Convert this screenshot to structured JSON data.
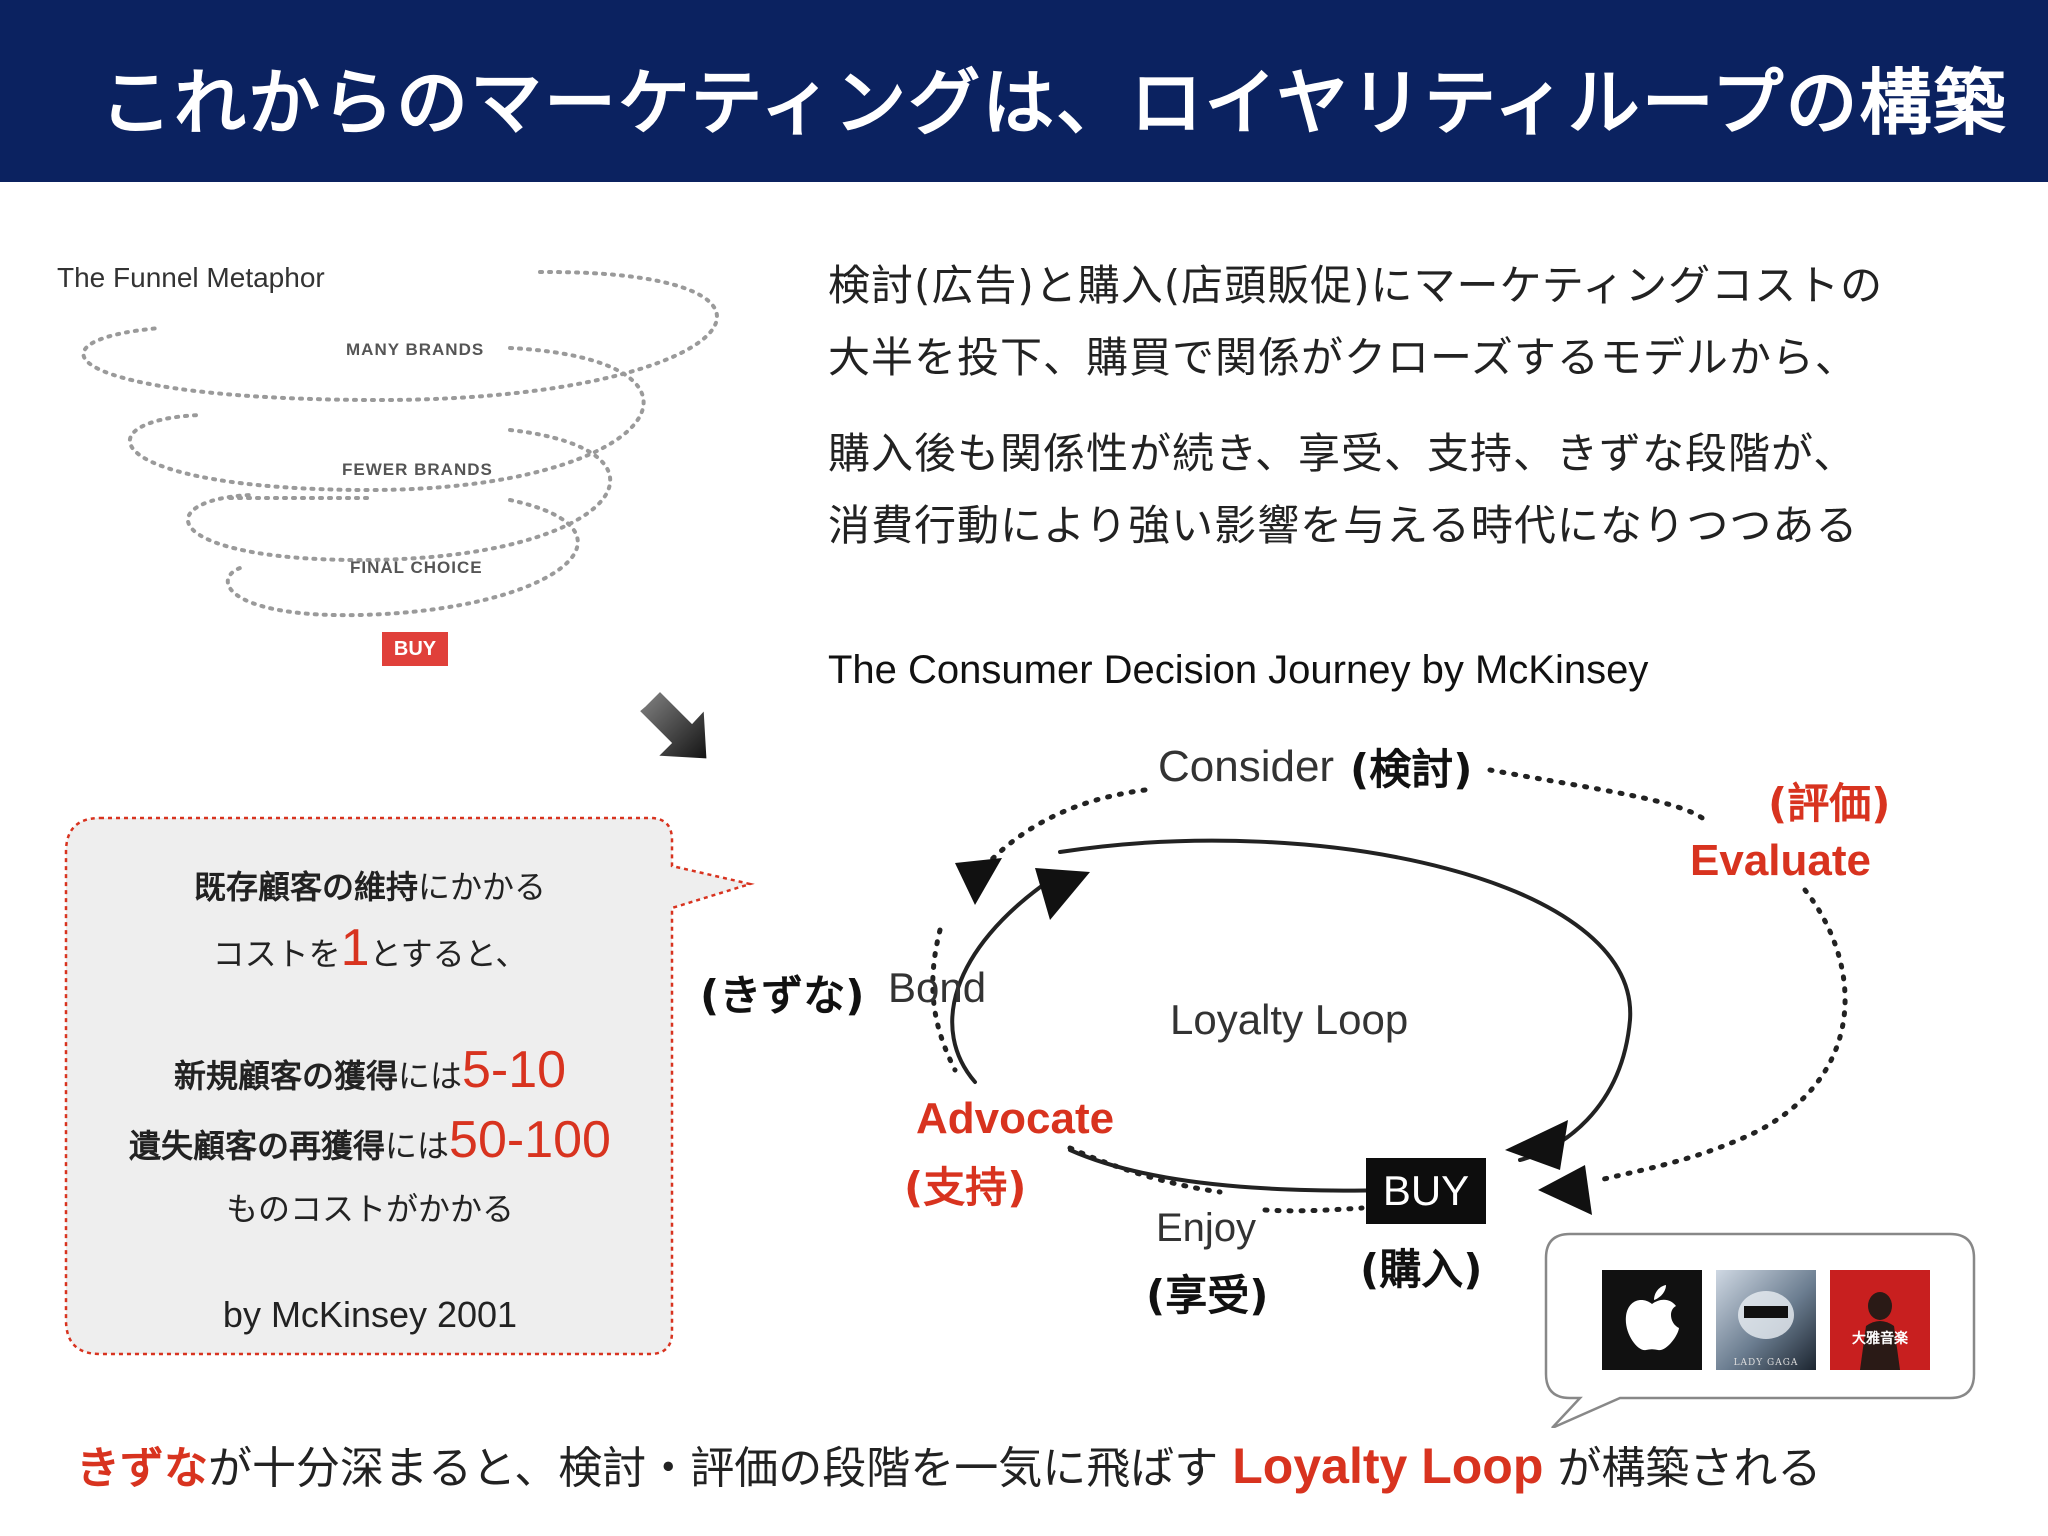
{
  "header": {
    "title": "これからのマーケティングは、ロイヤリティループの構築",
    "background": "#0b2260"
  },
  "funnel": {
    "title": "The Funnel Metaphor",
    "labels": [
      "MANY BRANDS",
      "FEWER BRANDS",
      "FINAL CHOICE"
    ],
    "buy": "BUY"
  },
  "description": {
    "line1": "検討(広告)と購入(店頭販促)にマーケティングコストの",
    "line2": "大半を投下、購買で関係がクローズするモデルから、",
    "line3": "購入後も関係性が続き、享受、支持、きずな段階が、",
    "line4": "消費行動により強い影響を与える時代になりつつある"
  },
  "callout": {
    "l1_bold": "既存顧客の維持",
    "l1_rest": "にかかる",
    "l2_pre": "コストを",
    "l2_num": "1",
    "l2_post": "とすると、",
    "l3_bold": "新規顧客の獲得",
    "l3_rest": "には",
    "l3_num": "5-10",
    "l4_bold": "遺失顧客の再獲得",
    "l4_rest": "には",
    "l4_num": "50-100",
    "l5": "ものコストがかかる",
    "source": "by McKinsey 2001"
  },
  "journey": {
    "title": "The Consumer Decision Journey by McKinsey",
    "consider": "Consider",
    "consider_jp": "(検討)",
    "evaluate": "Evaluate",
    "evaluate_jp": "(評価)",
    "bond": "Bond",
    "bond_jp": "(きずな)",
    "loop": "Loyalty Loop",
    "advocate": "Advocate",
    "advocate_jp": "(支持)",
    "enjoy": "Enjoy",
    "enjoy_jp": "(享受)",
    "buy": "BUY",
    "buy_jp": "(購入)"
  },
  "examples": {
    "icons": [
      "apple-logo-icon",
      "lady-gaga-album-thumbnail",
      "album-thumbnail"
    ],
    "gaga_caption": "LADY GAGA",
    "red_caption": "大雅音楽"
  },
  "footer": {
    "red1": "きずな",
    "mid": "が十分深まると、検討・評価の段階を一気に飛ばす",
    "red2": "Loyalty Loop",
    "end": "が構築される"
  },
  "colors": {
    "accent_red": "#d8331f",
    "navy": "#0b2260"
  }
}
